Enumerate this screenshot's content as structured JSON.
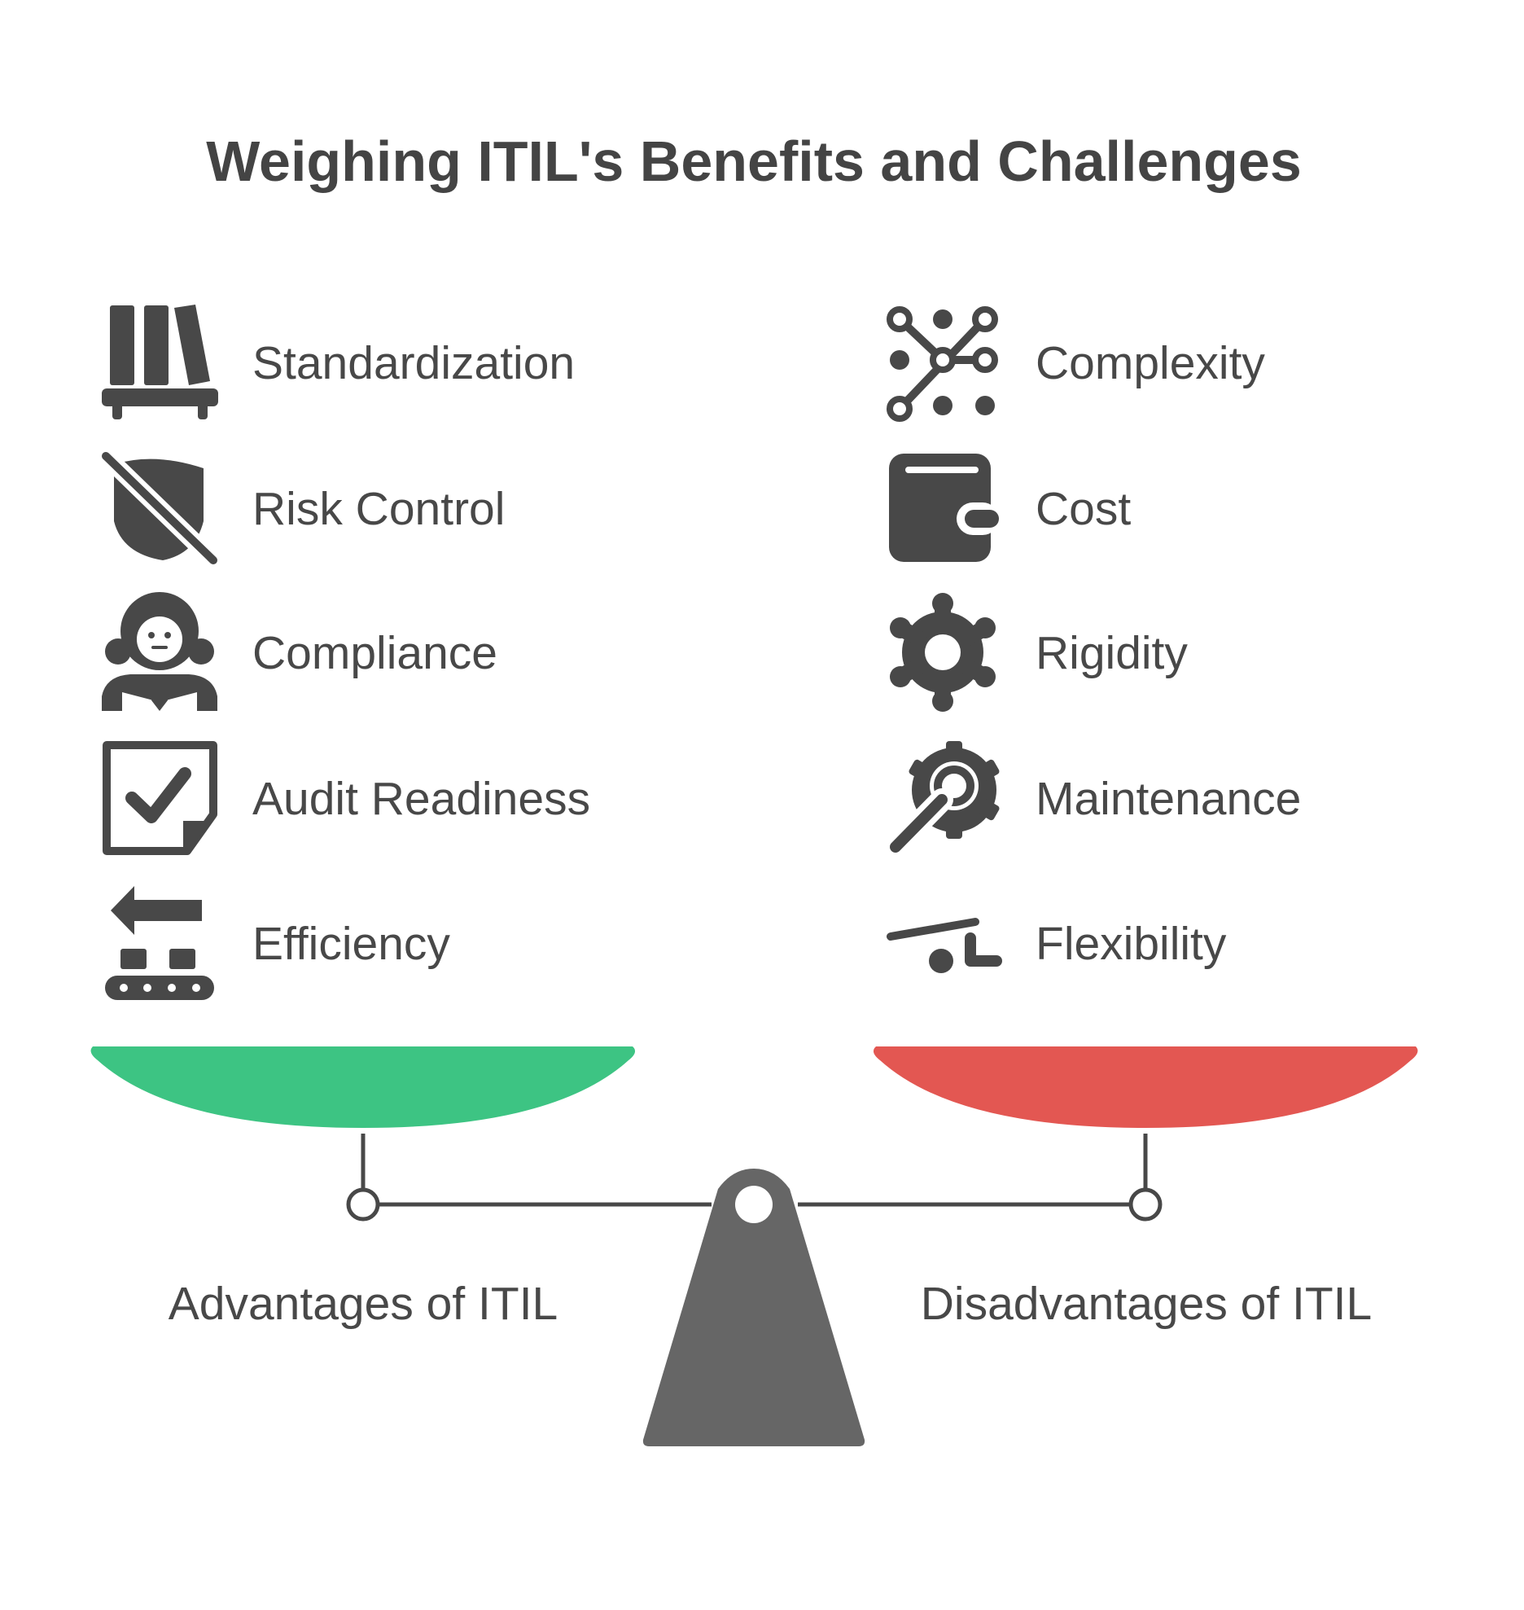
{
  "title": "Weighing ITIL's Benefits and Challenges",
  "advantages": {
    "label": "Advantages of ITIL",
    "items": [
      {
        "label": "Standardization",
        "icon": "books-icon"
      },
      {
        "label": "Risk Control",
        "icon": "shield-off-icon"
      },
      {
        "label": "Compliance",
        "icon": "judge-icon"
      },
      {
        "label": "Audit Readiness",
        "icon": "checkbox-icon"
      },
      {
        "label": "Efficiency",
        "icon": "conveyor-icon"
      }
    ]
  },
  "disadvantages": {
    "label": "Disadvantages of ITIL",
    "items": [
      {
        "label": "Complexity",
        "icon": "network-icon"
      },
      {
        "label": "Cost",
        "icon": "wallet-icon"
      },
      {
        "label": "Rigidity",
        "icon": "gear-icon"
      },
      {
        "label": "Maintenance",
        "icon": "wrench-gear-icon"
      },
      {
        "label": "Flexibility",
        "icon": "seesaw-icon"
      }
    ]
  },
  "colors": {
    "advantages": "#3DC483",
    "disadvantages": "#E35752",
    "fulcrum": "#666666",
    "text": "#484848"
  }
}
